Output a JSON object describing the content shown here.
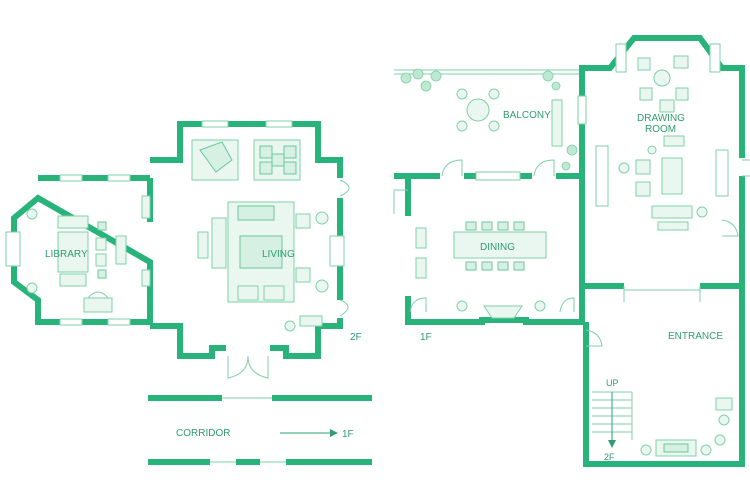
{
  "rooms": {
    "library": "LIBRARY",
    "living": "LIVING",
    "balcony": "BALCONY",
    "drawing_room_line1": "DRAWING",
    "drawing_room_line2": "ROOM",
    "dining": "DINING",
    "entrance": "ENTRANCE"
  },
  "corridor": {
    "label": "CORRIDOR",
    "arrow_target": "1F"
  },
  "floor_marks": {
    "living_floor": "2F",
    "dining_floor": "1F",
    "stair_up": "UP",
    "stair_floor": "2F"
  },
  "colors": {
    "wall": "#27b37a",
    "furniture": "#eaf7f0",
    "line": "#7fd0a9",
    "text": "#2f9d6f"
  }
}
